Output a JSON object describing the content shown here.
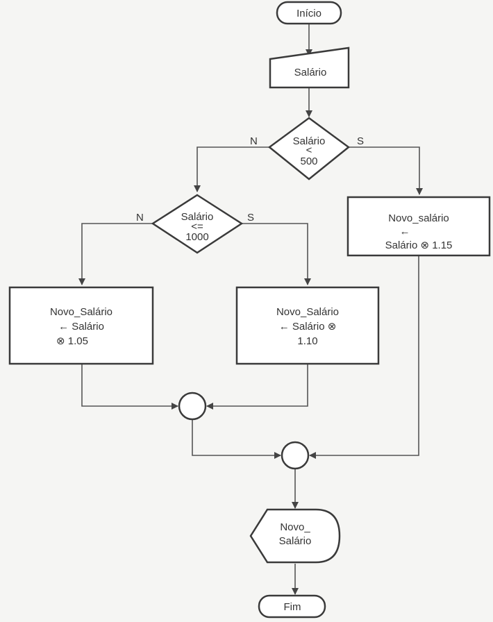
{
  "flowchart": {
    "start": "Início",
    "input": "Salário",
    "decision1": [
      "Salário",
      "<",
      "500"
    ],
    "decision1_no": "N",
    "decision1_yes": "S",
    "decision2": [
      "Salário",
      "<=",
      "1000"
    ],
    "decision2_no": "N",
    "decision2_yes": "S",
    "process_right": [
      "Novo_salário",
      "←",
      "Salário ⊗ 1.15"
    ],
    "process_left": [
      "Novo_Salário",
      "← Salário",
      "⊗ 1.05"
    ],
    "process_middle": [
      "Novo_Salário",
      "← Salário ⊗",
      "1.10"
    ],
    "output": [
      "Novo_",
      "Salário"
    ],
    "end": "Fim"
  },
  "colors": {
    "stroke": "#3a3a3a",
    "fill": "#ffffff",
    "background": "#f5f5f3",
    "text": "#333333"
  }
}
